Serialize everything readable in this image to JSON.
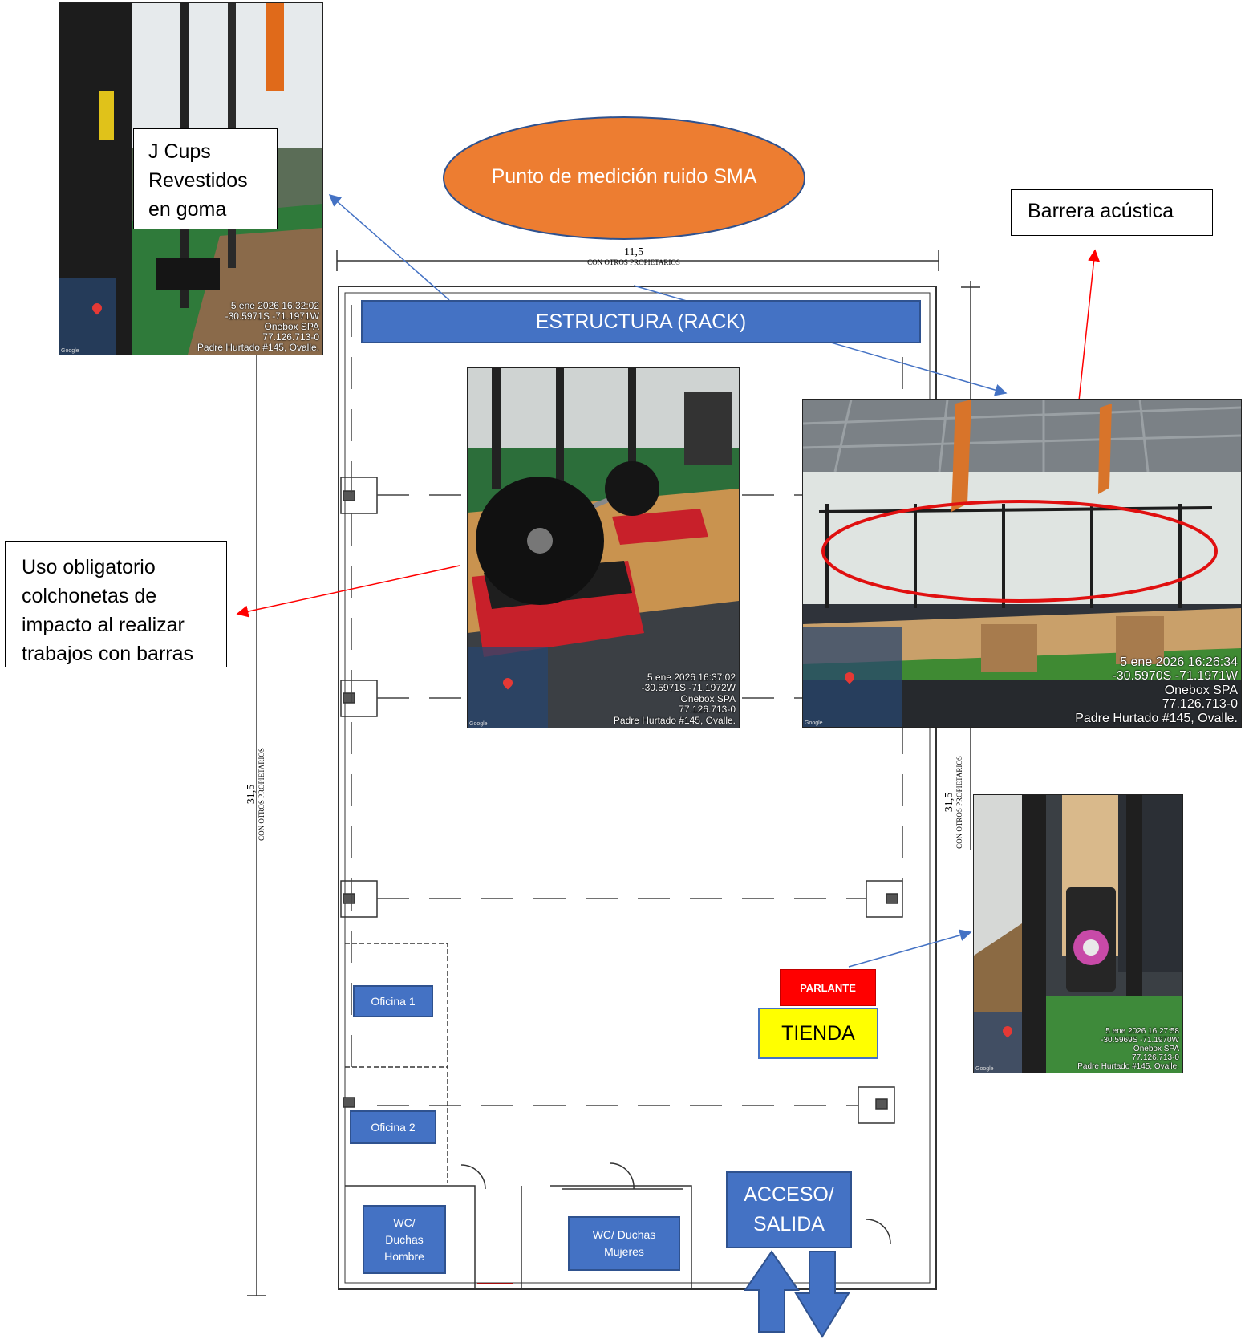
{
  "floorplan": {
    "dim_top": "11,5",
    "dim_top_sub": "CON OTROS PROPIETARIOS",
    "dim_left": "31,5",
    "dim_left_sub": "CON OTROS PROPIETARIOS",
    "dim_right": "31,5",
    "dim_right_sub": "CON OTROS PROPIETARIOS"
  },
  "labels": {
    "noise_point": "Punto de medición ruido SMA",
    "rack": "ESTRUCTURA (RACK)",
    "office1": "Oficina 1",
    "office2": "Oficina 2",
    "wc_men": "WC/ Duchas Hombre",
    "wc_women": "WC/ Duchas Mujeres",
    "access_line1": "ACCESO/",
    "access_line2": "SALIDA",
    "speaker": "PARLANTE",
    "store": "TIENDA"
  },
  "callouts": {
    "jcups": "J Cups Revestidos en goma",
    "barrier": "Barrera acústica",
    "mats": "Uso obligatorio colchonetas de impacto al realizar trabajos con barras"
  },
  "photos": {
    "photo_jcups": {
      "lines": [
        "5 ene 2026 16:32:02",
        "-30.5971S -71.1971W",
        "Onebox SPA",
        "77.126.713-0",
        "Padre Hurtado #145, Ovalle."
      ]
    },
    "photo_barbell": {
      "lines": [
        "5 ene 2026 16:37:02",
        "-30.5971S -71.1972W",
        "Onebox SPA",
        "77.126.713-0",
        "Padre Hurtado #145, Ovalle."
      ]
    },
    "photo_gym": {
      "lines": [
        "5 ene 2026 16:26:34",
        "-30.5970S -71.1971W",
        "Onebox SPA",
        "77.126.713-0",
        "Padre Hurtado #145, Ovalle."
      ]
    },
    "photo_speaker": {
      "lines": [
        "5 ene 2026 16:27:58",
        "-30.5969S -71.1970W",
        "Onebox SPA",
        "77.126.713-0",
        "Padre Hurtado #145, Ovalle."
      ]
    },
    "map_brand": "Google"
  },
  "colors": {
    "blue_label": "#4472c4",
    "orange_ellipse": "#ed7d31",
    "red_speaker": "#ff0000",
    "yellow_store": "#ffff00",
    "arrow_blue": "#4472c4",
    "arrow_red": "#ff0000"
  }
}
